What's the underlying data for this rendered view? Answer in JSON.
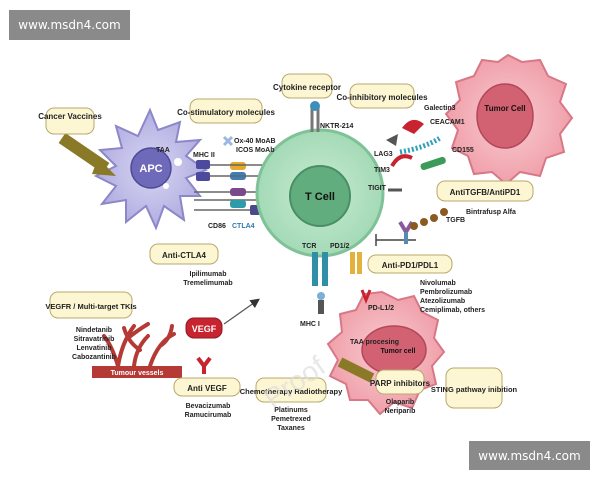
{
  "watermark": {
    "top_left": "www.msdn4.com",
    "bottom_right": "www.msdn4.com",
    "diagonal": "Proof"
  },
  "cells": {
    "apc": "APC",
    "t_cell": "T Cell",
    "tumor_cell_top": "Tumor Cell",
    "tumor_cell_bottom": "Tumor cell"
  },
  "boxes": {
    "cancer_vaccines": "Cancer Vaccines",
    "co_stimulatory": "Co-stimulatory molecules",
    "cytokine_receptor": "Cytokine receptor",
    "co_inhibitory": "Co-inhibitory molecules",
    "anti_tgfb": "AntiTGFB/AntiPD1",
    "anti_ctla4": "Anti-CTLA4",
    "anti_pd1": "Anti-PD1/PDL1",
    "vegfr": "VEGFR / Multi-target TKIs",
    "vegf": "VEGF",
    "anti_vegf": "Anti VEGF",
    "chemo": "Chemotherapy Radiotherapy",
    "parp": "PARP inhibitors",
    "sting": "STING pathway inibition"
  },
  "labels": {
    "taa": "TAA",
    "mhc2": "MHC II",
    "cd86": "CD86",
    "ctla4": "CTLA4",
    "ox40": "Ox-40 MoAB",
    "icos": "ICOS MoAb",
    "nktr": "NKTR-214",
    "lag3": "LAG3",
    "tim3": "TIM3",
    "tigit": "TIGIT",
    "galectin": "Galectin3",
    "ceacam": "CEACAM1",
    "cd155": "CD155",
    "tgfb": "TGFB",
    "bintrafusp": "Bintrafusp Alfa",
    "tcr": "TCR",
    "pd12": "PD1/2",
    "mhc1": "MHC I",
    "pdl12": "PD-L1/2",
    "taa_processing": "TAA procesing",
    "tumour_vessels": "Tumour vessels"
  },
  "drugs": {
    "ctla4": [
      "Ipilimumab",
      "Tremelimumab"
    ],
    "pd1": [
      "Nivolumab",
      "Pembrolizumab",
      "Atezolizumab",
      "Cemiplimab, others"
    ],
    "tki": [
      "Nindetanib",
      "Sitravatrinib",
      "Lenvatinib",
      "Cabozantinib"
    ],
    "vegf": [
      "Bevacizumab",
      "Ramucirumab"
    ],
    "chemo": [
      "Platinums",
      "Pemetrexed",
      "Taxanes"
    ],
    "parp": [
      "Olaparib",
      "Neriparib"
    ]
  },
  "colors": {
    "box_fill": "#fdf6d3",
    "box_stroke": "#b8a86a",
    "apc": "#b9b6e4",
    "apc_dark": "#5c57a8",
    "tcell": "#a3dbb7",
    "tcell_dark": "#4f9e6d",
    "tumor": "#f2a7b0",
    "tumor_dark": "#c2475a",
    "vegf_red": "#c8242f",
    "vessel": "#b53a36"
  }
}
